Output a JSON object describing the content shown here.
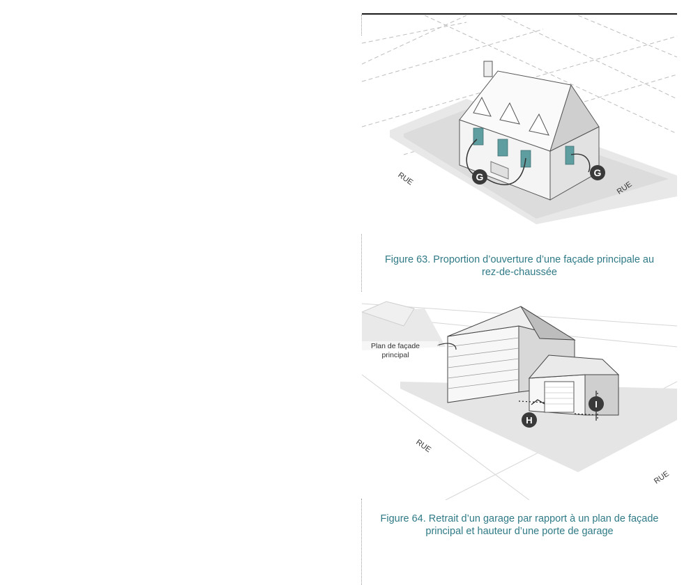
{
  "figure63": {
    "street_left": "RUE",
    "street_right": "RUE",
    "marker_left": "G",
    "marker_right": "G",
    "caption_line1": "Figure 63. Proportion d’ouverture d’une façade principale au",
    "caption_line2": "rez-de-chaussée"
  },
  "figure64": {
    "plan_label_line1": "Plan de façade",
    "plan_label_line2": "principal",
    "marker_h": "H",
    "marker_i": "I",
    "street_left": "RUE",
    "street_right": "RUE",
    "caption_line1": "Figure 64. Retrait d’un garage par rapport à un plan de façade",
    "caption_line2": "principal et hauteur d’une porte de garage"
  },
  "colors": {
    "caption": "#2f7a86",
    "shutter": "#5f9ea0",
    "marker": "#3a3a3a"
  }
}
